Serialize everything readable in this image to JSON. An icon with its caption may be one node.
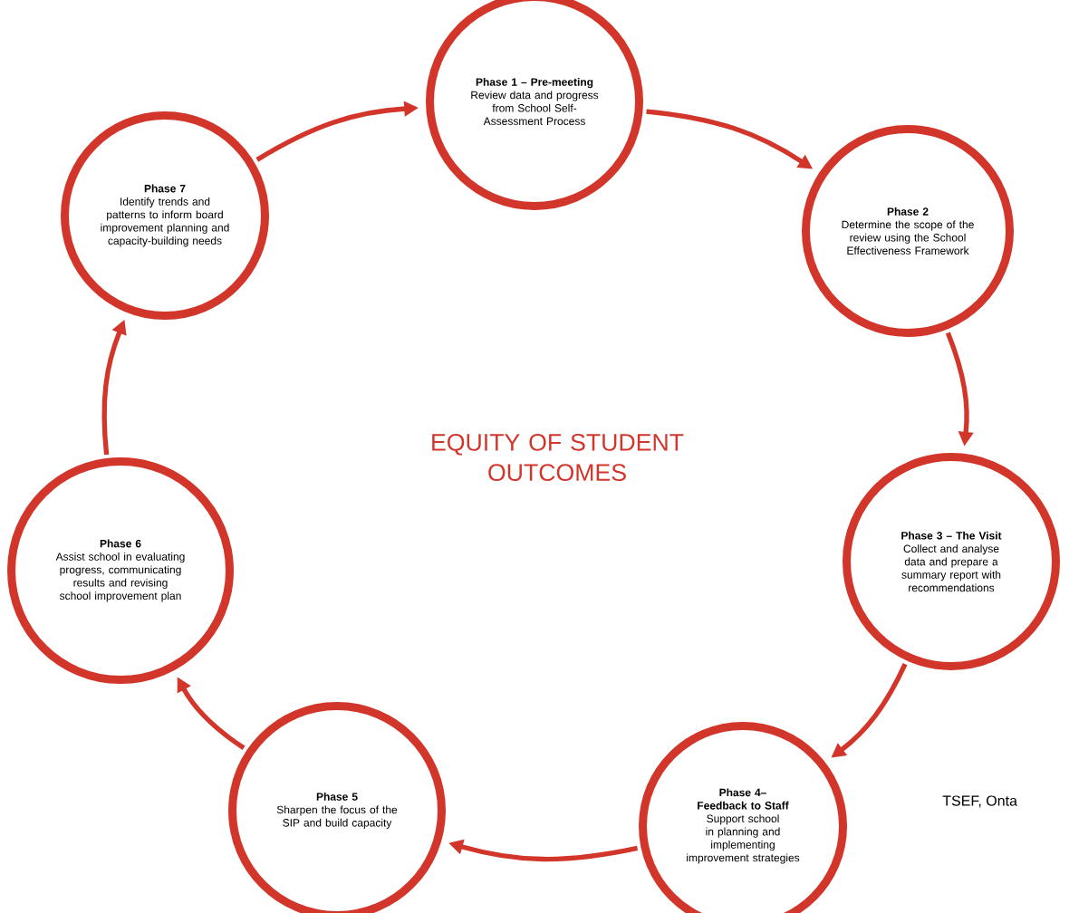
{
  "diagram": {
    "nodes": [
      {
        "text": [
          "Phase 1 – Pre-meeting",
          "Review data and progress from School Self-Assessment Process"
        ]
      },
      {
        "text": [
          "Phase 2",
          "Determine the scope of the review using the School Effectiveness Framework"
        ]
      },
      {
        "text": [
          "Phase 3 – The Visit",
          "Collect and analyse data and prepare a summary report with recommendations"
        ]
      },
      {
        "text": [
          "Phase 4– Feedback to Staff",
          "Support school in planning and implementing improvement strategies"
        ]
      },
      {
        "text": [
          "Phase 5",
          "Sharpen the focus of the SIP and build capacity"
        ]
      },
      {
        "text": [
          "Phase 6",
          "Assist school in evaluating progress, communicating results and revising school improvement plan"
        ]
      },
      {
        "text": [
          "Phase 7",
          "Identify trends and patterns to inform board improvement planning and capacity-building needs"
        ]
      }
    ],
    "edges": [
      {
        "from": 0,
        "to": 1,
        "arrow": "to"
      },
      {
        "from": 1,
        "to": 2,
        "arrow": "to"
      },
      {
        "from": 2,
        "to": 3,
        "arrow": "to"
      },
      {
        "from": 3,
        "to": 4,
        "arrow": "to"
      },
      {
        "from": 4,
        "to": 5,
        "arrow": "to"
      },
      {
        "from": 5,
        "to": 6,
        "arrow": "to"
      },
      {
        "from": 6,
        "to": 0,
        "arrow": "to"
      }
    ],
    "labels": [
      "EQUITY OF STUDENT OUTCOMES",
      "TSEF, Onta"
    ]
  }
}
